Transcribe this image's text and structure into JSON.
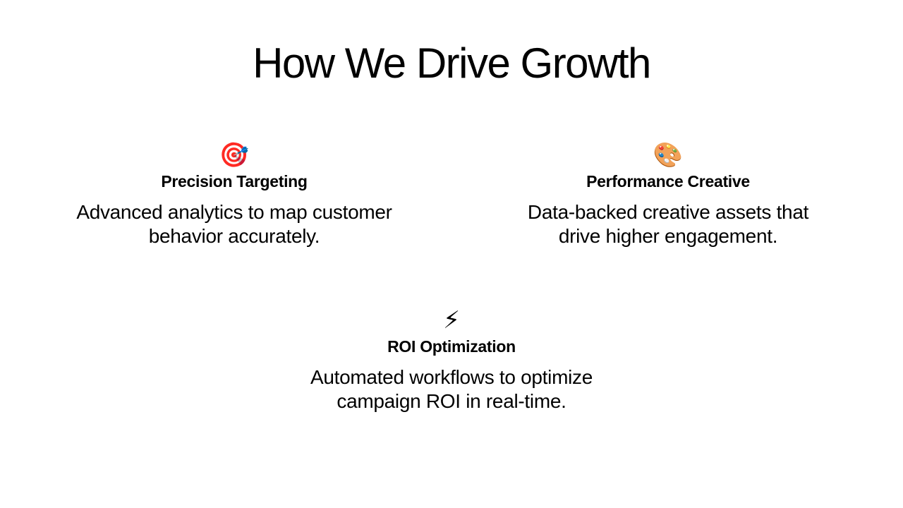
{
  "slide": {
    "title": "How We Drive Growth",
    "cards": [
      {
        "icon": "🎯",
        "icon_name": "target-dart-icon",
        "heading": "Precision Targeting",
        "description_line1": "Advanced analytics to map customer",
        "description_line2": "behavior accurately."
      },
      {
        "icon": "🎨",
        "icon_name": "artist-palette-icon",
        "heading": "Performance Creative",
        "description_line1": "Data-backed creative assets that",
        "description_line2": "drive higher engagement."
      },
      {
        "icon": "⚡",
        "icon_name": "lightning-bolt-icon",
        "heading": "ROI Optimization",
        "description_line1": "Automated workflows to optimize",
        "description_line2": "campaign ROI in real-time."
      }
    ]
  }
}
